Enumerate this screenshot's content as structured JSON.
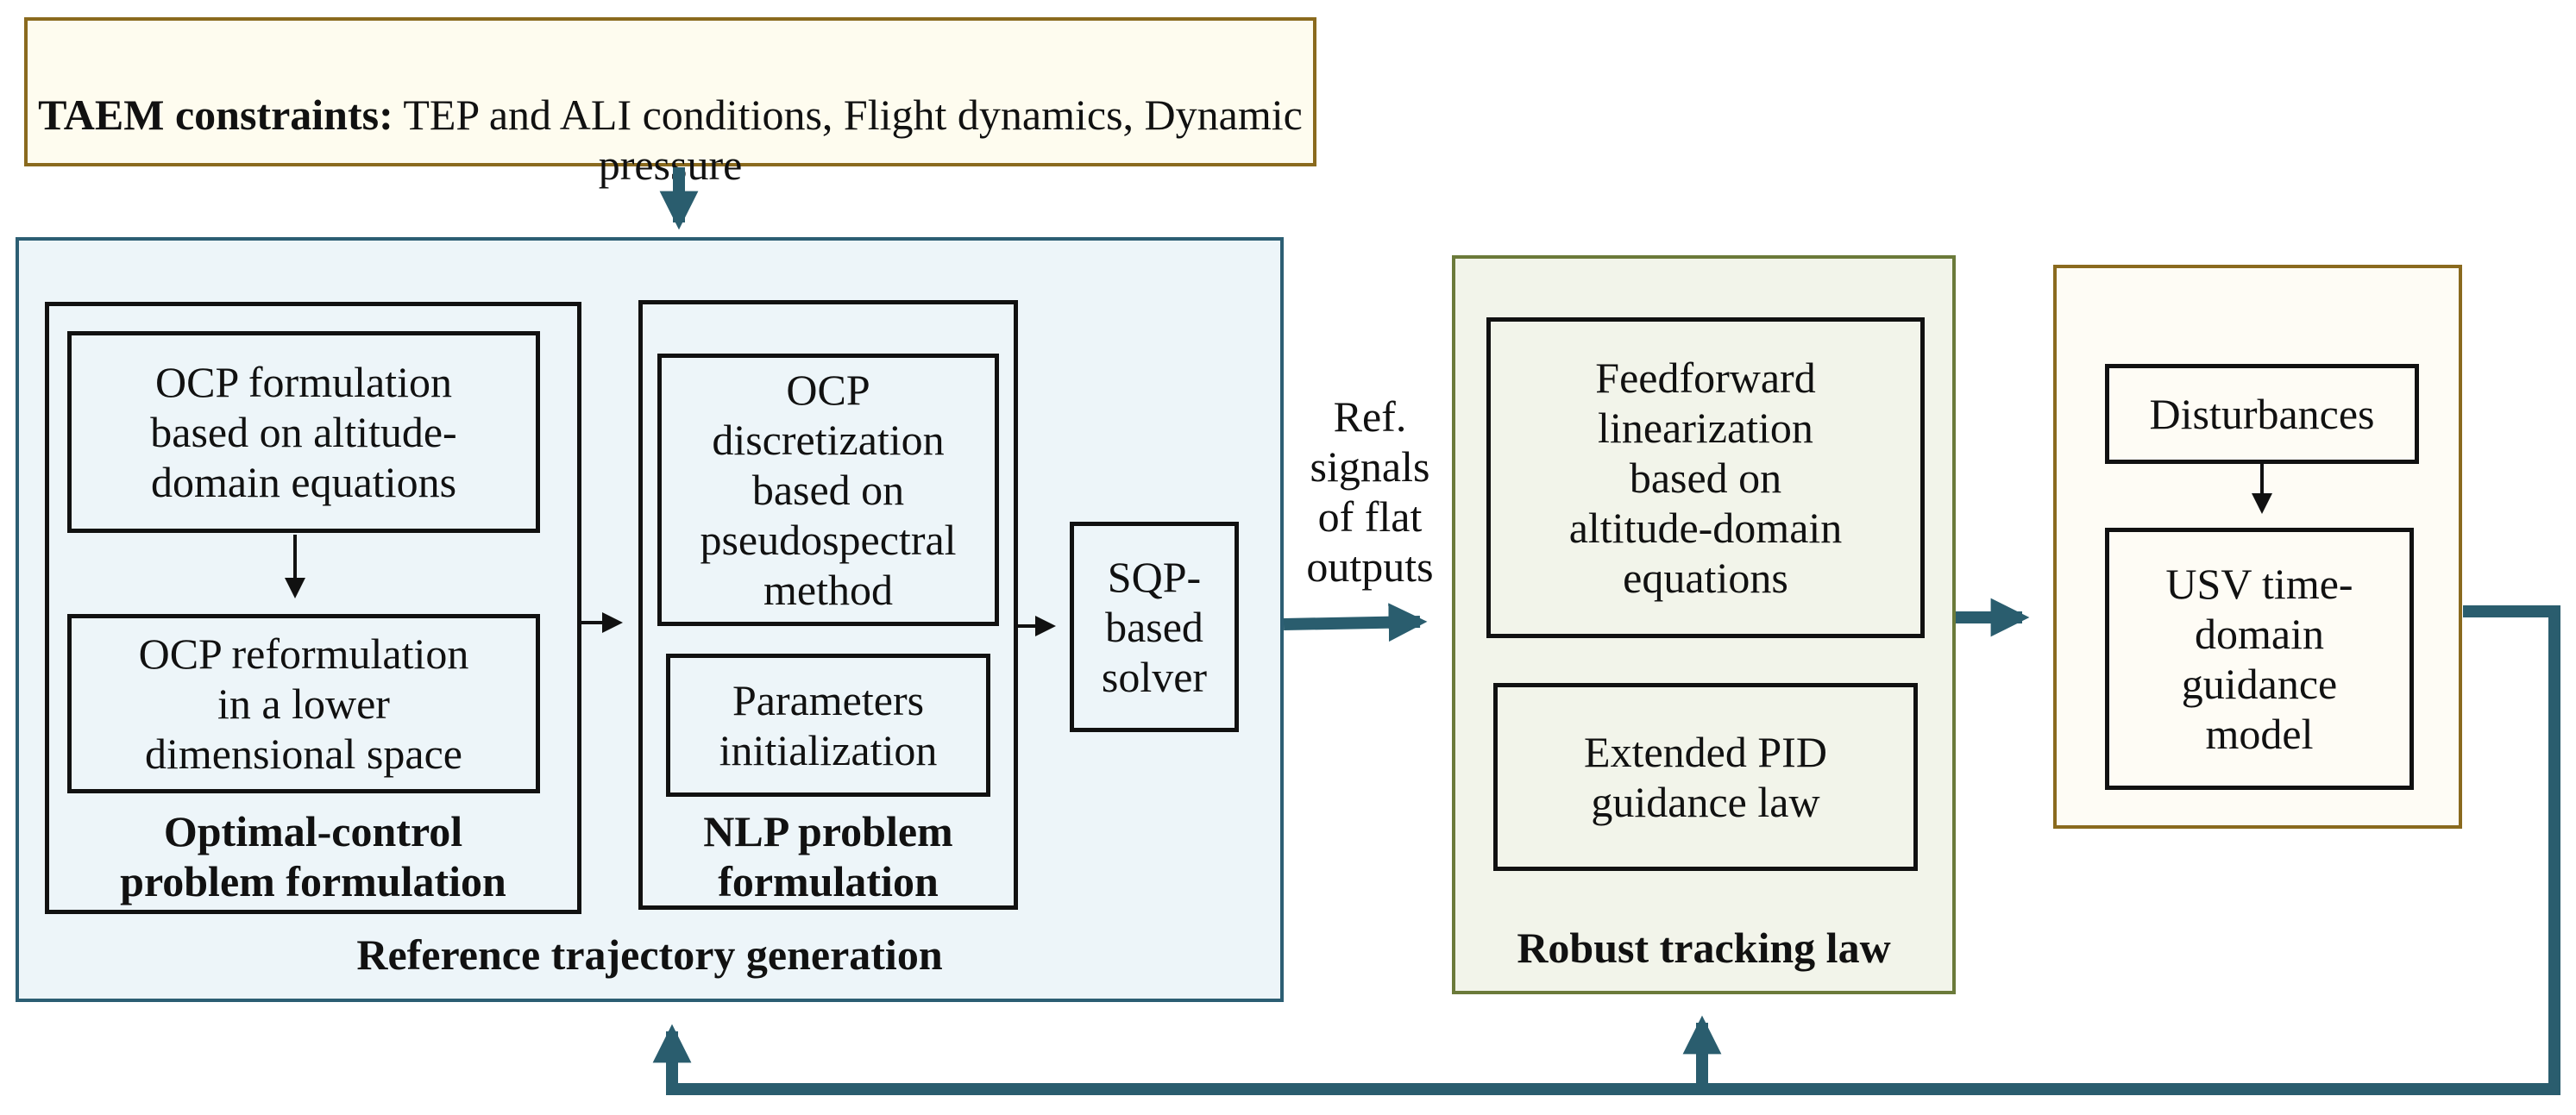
{
  "taem": {
    "bold": "TAEM constraints:",
    "text": " TEP and ALI conditions, Flight dynamics, Dynamic pressure"
  },
  "reference_panel": {
    "caption": "Reference trajectory generation",
    "ocp_group": {
      "caption": "Optimal-control\nproblem formulation",
      "formulation": "OCP formulation\nbased on altitude-\ndomain equations",
      "reformulation": "OCP reformulation\nin a lower\ndimensional space"
    },
    "nlp_group": {
      "caption": "NLP problem\nformulation",
      "discretization": "OCP\ndiscretization\nbased on\npseudospectral\nmethod",
      "initialization": "Parameters\ninitialization"
    },
    "solver": "SQP-\nbased\nsolver"
  },
  "ref_signals_label": "Ref.\nsignals\nof flat\noutputs",
  "tracking_panel": {
    "caption": "Robust tracking law",
    "feedforward": "Feedforward\nlinearization\nbased on\naltitude-domain\nequations",
    "pid": "Extended PID\nguidance law"
  },
  "plant_panel": {
    "disturbances": "Disturbances",
    "usv_model": "USV time-\ndomain\nguidance\nmodel"
  },
  "colors": {
    "taem_border": "#8a6a1e",
    "taem_fill": "#fefcef",
    "ref_border": "#2c5e73",
    "ref_fill": "#edf5f9",
    "track_border": "#6b7a3a",
    "track_fill": "#f2f4ea",
    "plant_border": "#8a6a1e",
    "plant_fill": "#fefcf5",
    "wire": "#2a5d6e",
    "inner": "#111111"
  }
}
